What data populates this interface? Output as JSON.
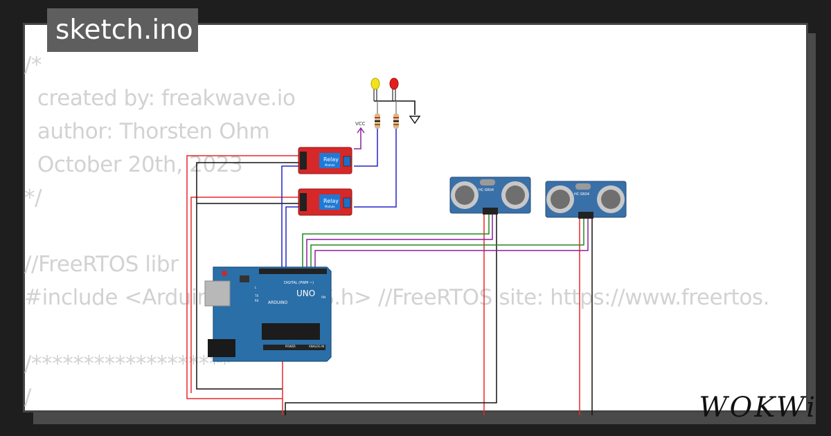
{
  "header": {
    "file_tab": "sketch.ino"
  },
  "code_lines": [
    "/*",
    "  created by: freakwave.io",
    "  author: Thorsten Ohm",
    "  October 20th, 2023",
    "*/",
    "",
    "//FreeRTOS libr",
    "#include <Arduino_FreeRTOS.h> //FreeRTOS site: https://www.freertos.",
    "",
    "/*******************",
    "/"
  ],
  "circuit": {
    "vcc_label": "VCC",
    "relay_label": "Relay",
    "relay_sub": "Module",
    "sensor_label": "HC-SR04",
    "board_logo": "UNO",
    "board_brand": "ARDUINO",
    "digital_label": "DIGITAL (PWM ~)",
    "power_label": "POWER",
    "analog_label": "ANALOG IN",
    "on_label": "ON",
    "tx_label": "TX",
    "rx_label": "RX",
    "l_label": "L"
  },
  "logo": {
    "text": "WOKWi"
  },
  "colors": {
    "wire_red": "#e8262a",
    "wire_black": "#111111",
    "wire_blue": "#2124c8",
    "wire_green": "#1e8a1e",
    "wire_purple": "#8a1e9e",
    "board": "#2b6fa8",
    "relay": "#d62828",
    "sensor": "#3a70a8"
  }
}
